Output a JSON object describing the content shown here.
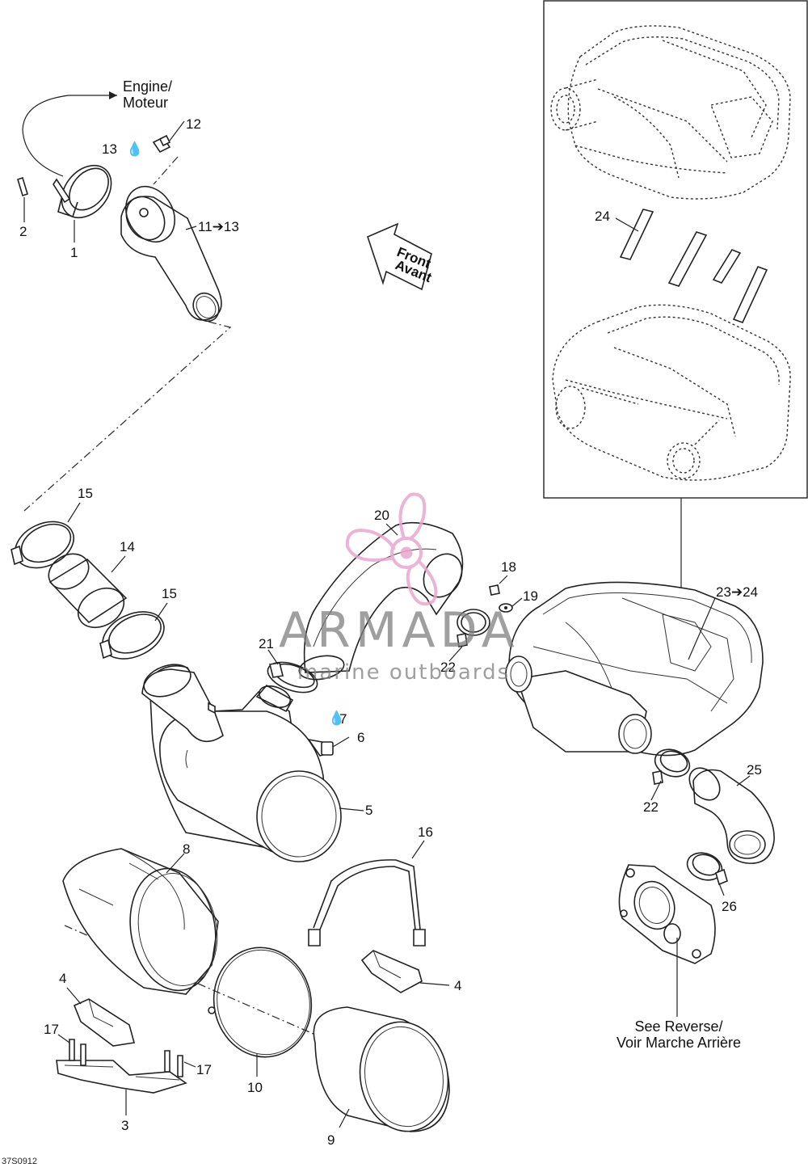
{
  "diagram": {
    "callouts": [
      {
        "id": "1",
        "text": "1"
      },
      {
        "id": "2",
        "text": "2"
      },
      {
        "id": "3",
        "text": "3"
      },
      {
        "id": "4a",
        "text": "4"
      },
      {
        "id": "4b",
        "text": "4"
      },
      {
        "id": "5",
        "text": "5"
      },
      {
        "id": "6",
        "text": "6"
      },
      {
        "id": "7",
        "text": "7"
      },
      {
        "id": "8",
        "text": "8"
      },
      {
        "id": "9",
        "text": "9"
      },
      {
        "id": "10",
        "text": "10"
      },
      {
        "id": "11",
        "text": "11➔13"
      },
      {
        "id": "12",
        "text": "12"
      },
      {
        "id": "13",
        "text": "13"
      },
      {
        "id": "14",
        "text": "14"
      },
      {
        "id": "15a",
        "text": "15"
      },
      {
        "id": "15b",
        "text": "15"
      },
      {
        "id": "16",
        "text": "16"
      },
      {
        "id": "17a",
        "text": "17"
      },
      {
        "id": "17b",
        "text": "17"
      },
      {
        "id": "18",
        "text": "18"
      },
      {
        "id": "19",
        "text": "19"
      },
      {
        "id": "20",
        "text": "20"
      },
      {
        "id": "21",
        "text": "21"
      },
      {
        "id": "22a",
        "text": "22"
      },
      {
        "id": "22b",
        "text": "22"
      },
      {
        "id": "23",
        "text": "23➔24"
      },
      {
        "id": "24",
        "text": "24"
      },
      {
        "id": "25",
        "text": "25"
      },
      {
        "id": "26",
        "text": "26"
      }
    ],
    "engine_note": {
      "line1": "Engine/",
      "line2": "Moteur"
    },
    "front_arrow": {
      "line1": "Front",
      "line2": "Avant"
    },
    "reverse_note": {
      "line1": "See Reverse/",
      "line2": "Voir Marche Arrière"
    },
    "figure_code": "37S0912",
    "watermark": {
      "brand": "ARMADA",
      "sub": "marine outboards",
      "color": "#e8a6cf"
    }
  }
}
